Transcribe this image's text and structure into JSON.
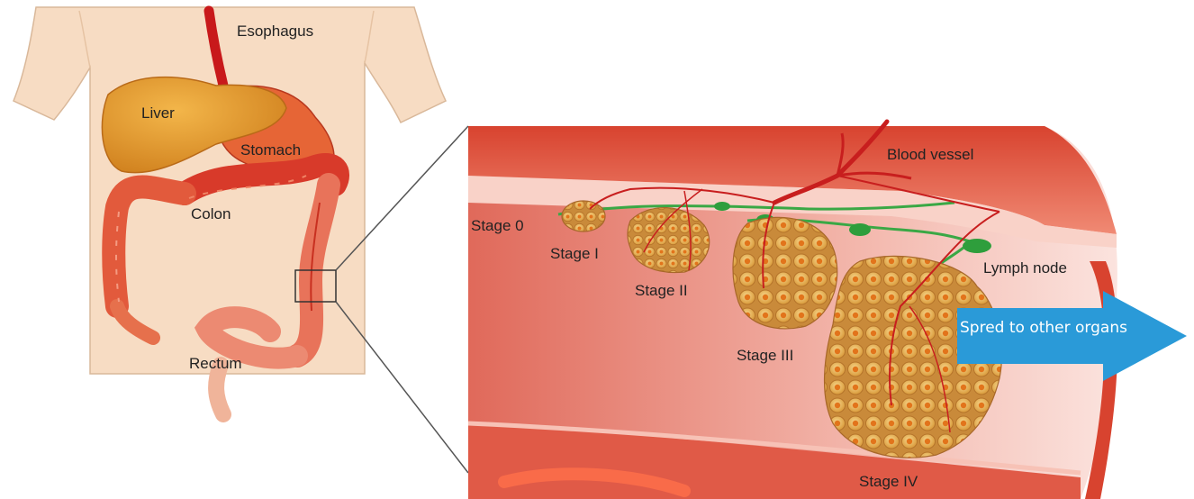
{
  "labels": {
    "esophagus": "Esophagus",
    "liver": "Liver",
    "stomach": "Stomach",
    "colon": "Colon",
    "rectum": "Rectum",
    "blood_vessel": "Blood vessel",
    "lymph_node": "Lymph node",
    "stage_0": "Stage 0",
    "stage_1": "Stage I",
    "stage_2": "Stage II",
    "stage_3": "Stage III",
    "stage_4": "Stage IV"
  },
  "arrow": {
    "label": "Spred to other organs",
    "color": "#2a9ad8"
  },
  "colors": {
    "skin": "#f7dcc3",
    "liver": "#e79a2f",
    "colon": "#d9442c",
    "tumor": "#e8b24c",
    "vessel": "#c81e1e",
    "lymph": "#2e9e3c"
  }
}
